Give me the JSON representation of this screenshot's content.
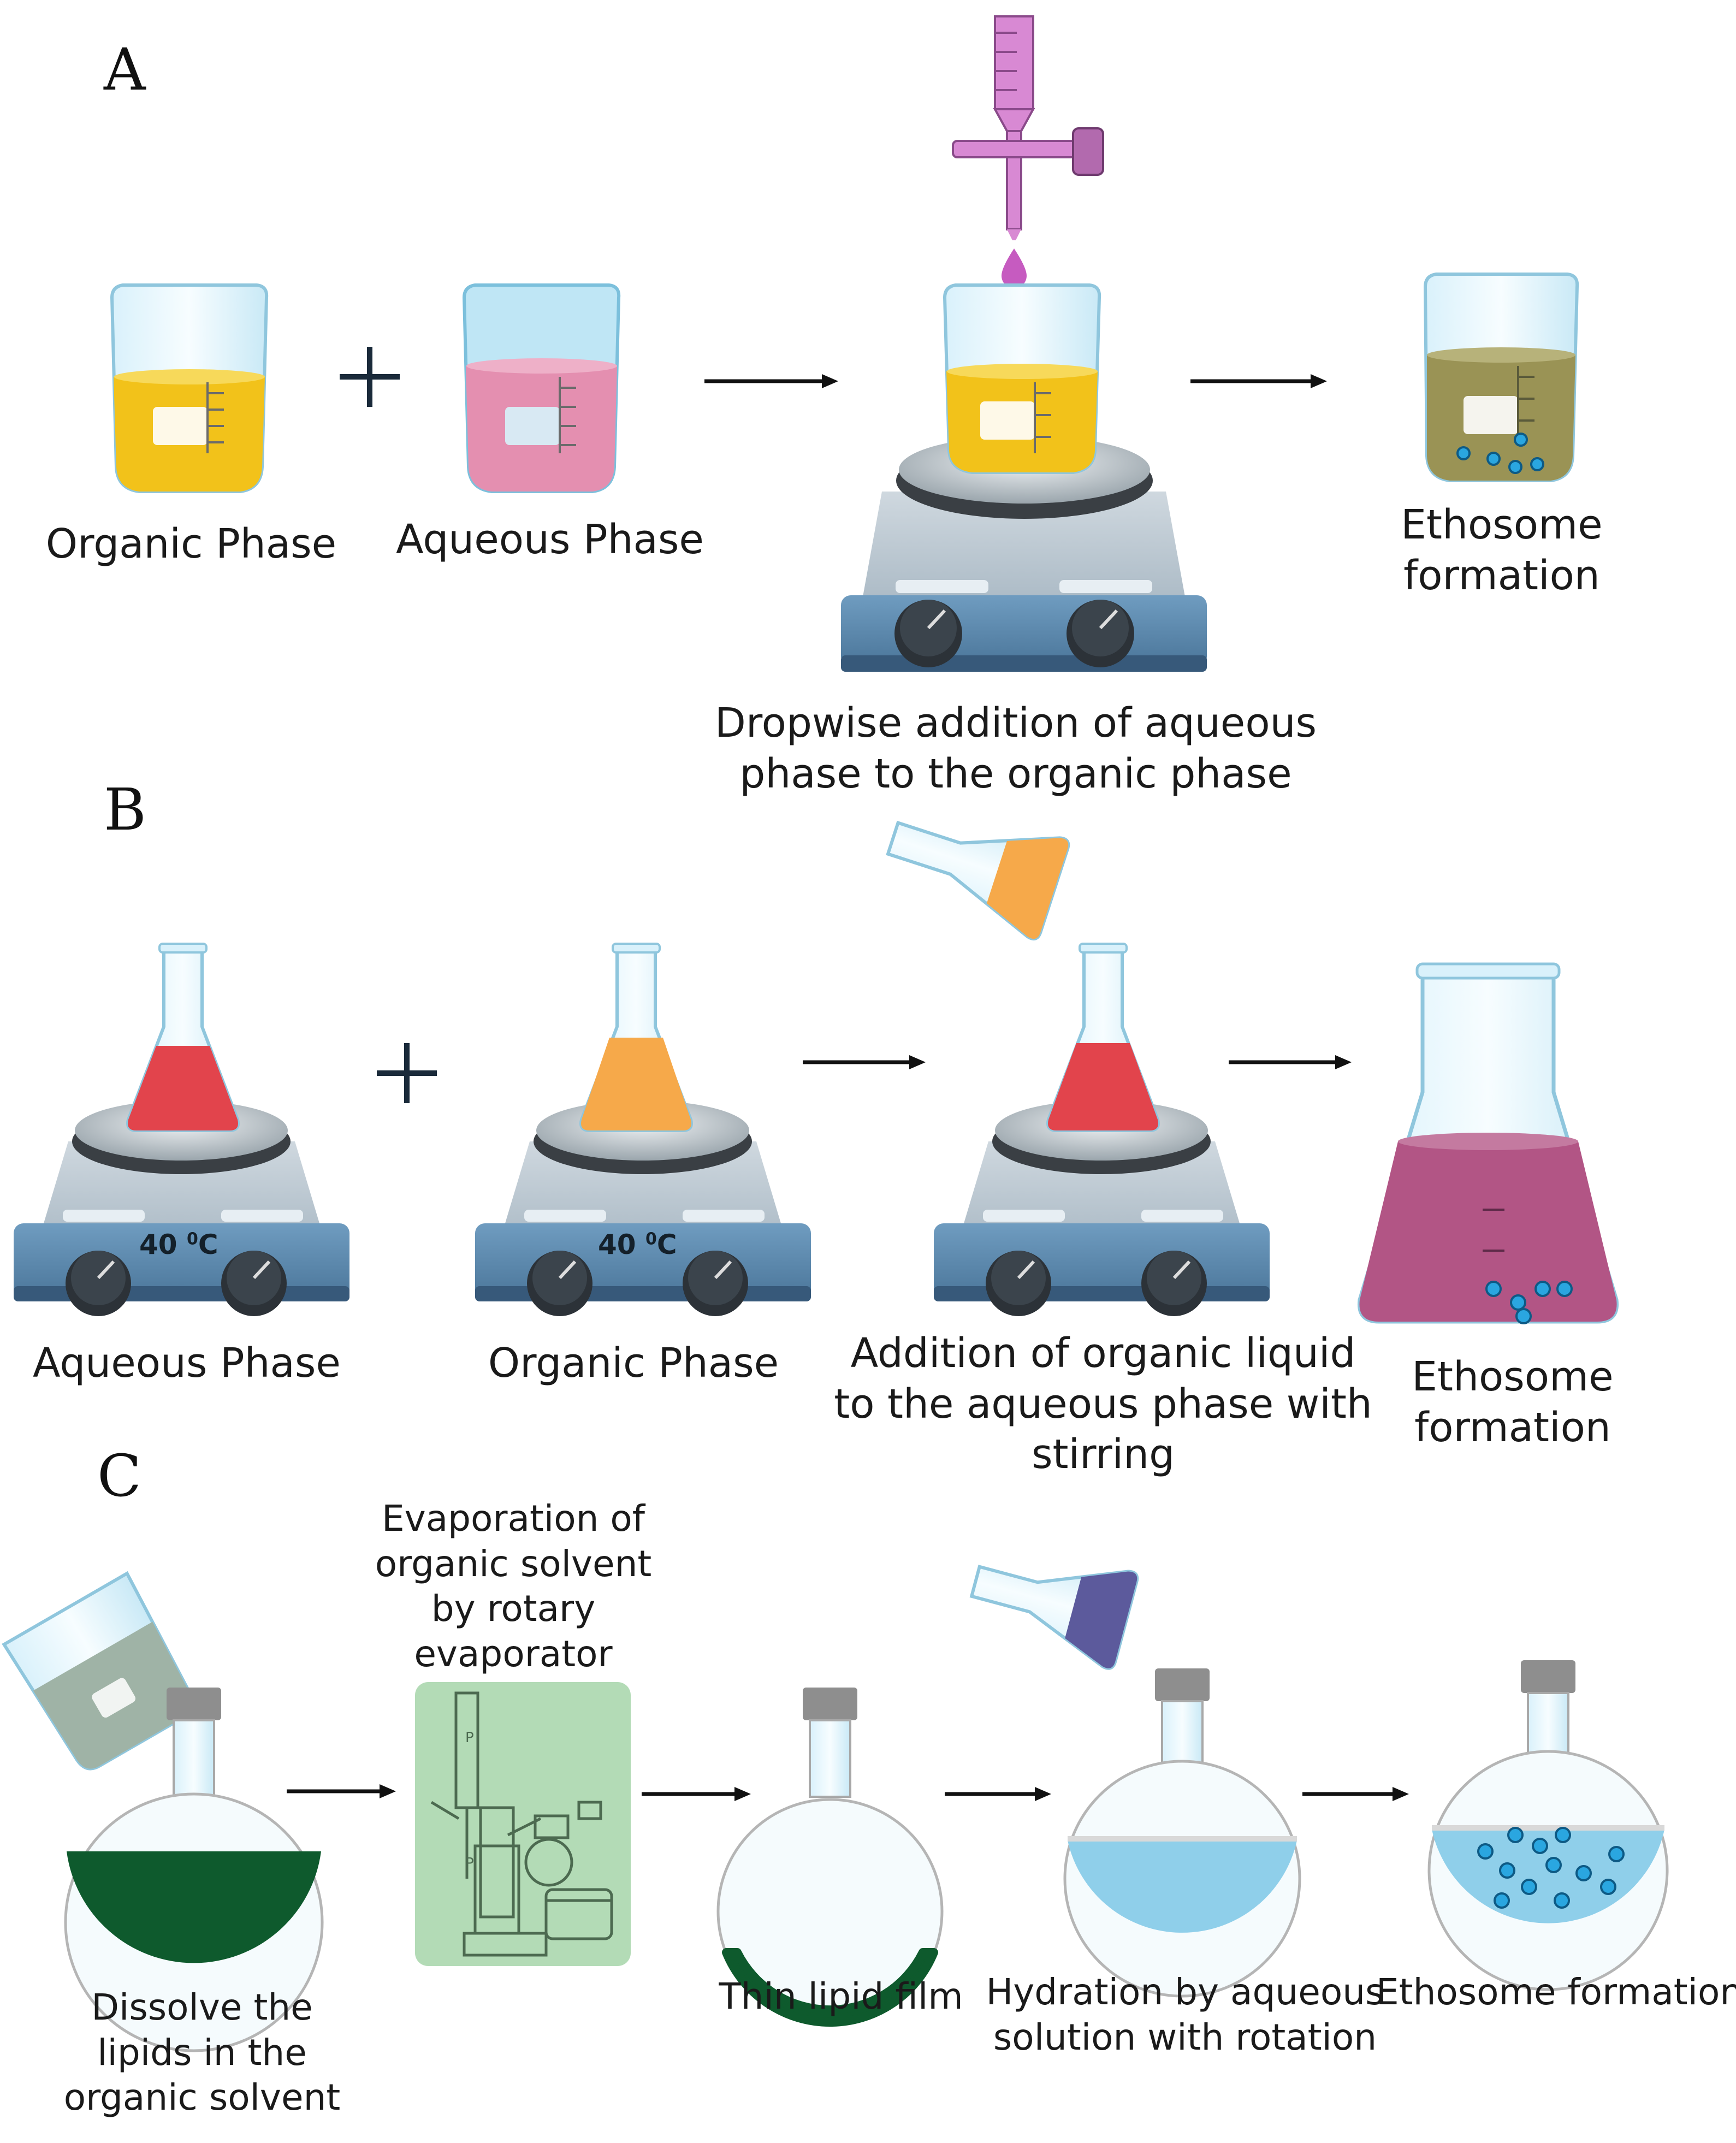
{
  "panels": {
    "a": {
      "letter": "A",
      "organic_label": "Organic Phase",
      "aqueous_label": "Aqueous Phase",
      "dropwise_line1": "Dropwise addition of aqueous",
      "dropwise_line2": "phase to the organic phase",
      "result_line1": "Ethosome",
      "result_line2": "formation"
    },
    "b": {
      "letter": "B",
      "aqueous_label": "Aqueous Phase",
      "organic_label": "Organic Phase",
      "temp_value": "40",
      "temp_sup": "0",
      "temp_unit": "C",
      "addition_line1": "Addition of organic liquid",
      "addition_line2": "to the aqueous phase with",
      "addition_line3": "stirring",
      "result_line1": "Ethosome",
      "result_line2": "formation"
    },
    "c": {
      "letter": "C",
      "evaporation_line1": "Evaporation of",
      "evaporation_line2": "organic solvent",
      "evaporation_line3": "by rotary",
      "evaporation_line4": "evaporator",
      "dissolve_line1": "Dissolve the",
      "dissolve_line2": "lipids in the",
      "dissolve_line3": "organic solvent",
      "film_label": "Thin lipid film",
      "hydration_line1": "Hydration by aqueous",
      "hydration_line2": "solution with rotation",
      "result_label": "Ethosome formation"
    }
  },
  "colors": {
    "organic_liquid": "#f2c21a",
    "aqueous_liquid": "#e48fb0",
    "ethosome_liquid_a": "#9a9355",
    "red_liquid": "#e2444c",
    "orange_liquid": "#f6a94a",
    "purple_liquid": "#b25585",
    "green_liquid": "#0e5a2d",
    "blue_liquid": "#8fcfea",
    "vesicle": "#2aa6e0",
    "stirrer_body": "#5b88ad",
    "dropper": "#d889d3",
    "evaporator_bg": "#b3dbb6"
  },
  "icons": [
    "beaker",
    "plus",
    "arrow-right",
    "hot-plate-stirrer",
    "burette",
    "erlenmeyer-flask",
    "round-bottom-flask",
    "rotary-evaporator"
  ]
}
